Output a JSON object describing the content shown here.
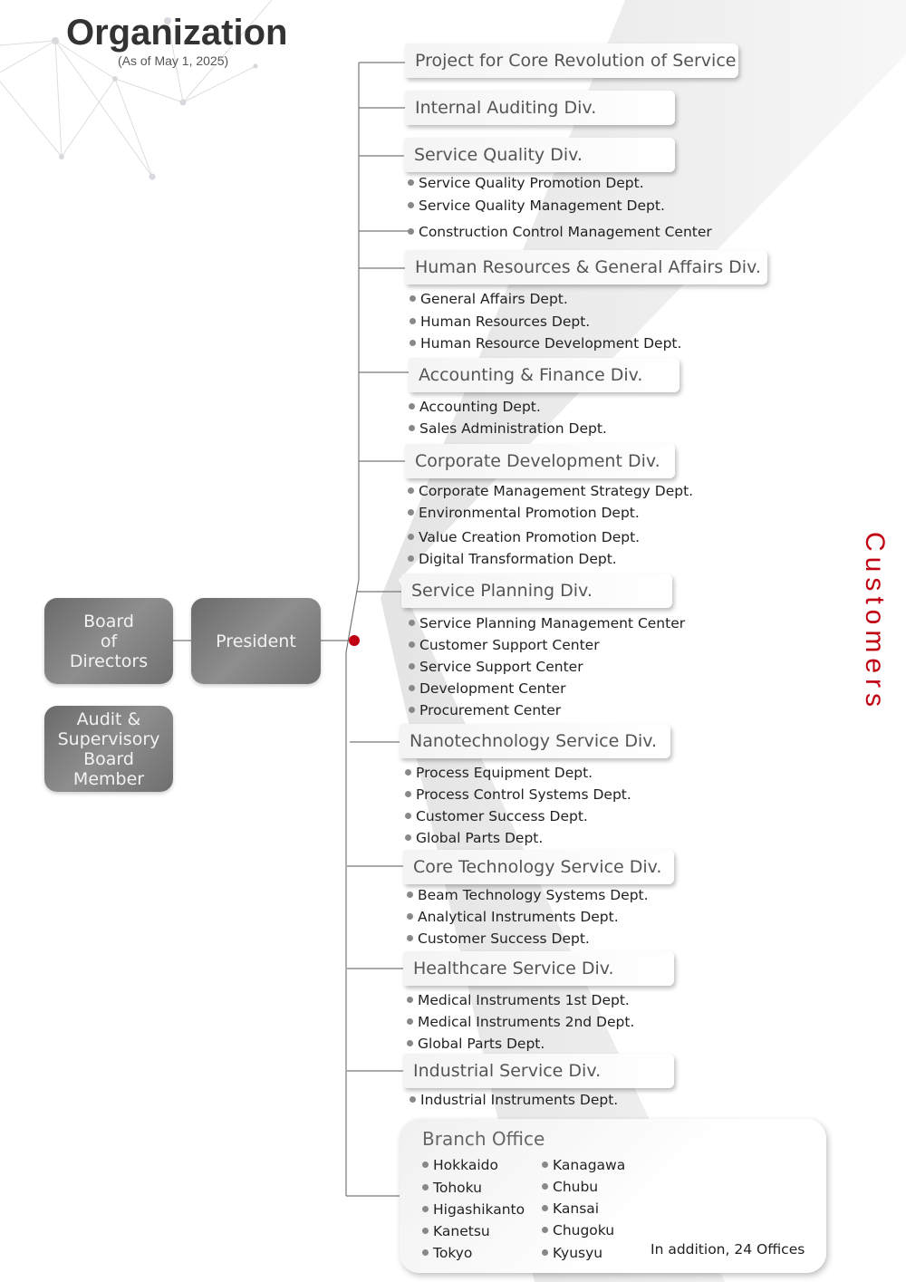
{
  "header": {
    "title": "Organization",
    "date": "(As of May 1, 2025)"
  },
  "executives": {
    "board": "Board of Directors",
    "board_lines": [
      "Board",
      "of",
      "Directors"
    ],
    "president": "President",
    "audit_lines": [
      "Audit &",
      "Supervisory",
      "Board",
      "Member"
    ]
  },
  "side_label": "Customers",
  "colors": {
    "accent": "#c00012",
    "box": "#7a7a7a"
  },
  "divisions": [
    {
      "name": "Project for Core Revolution of Service",
      "items": []
    },
    {
      "name": "Internal Auditing Div.",
      "items": []
    },
    {
      "name": "Service Quality Div.",
      "items": [
        "Service Quality Promotion Dept.",
        "Service Quality Management Dept."
      ]
    },
    {
      "name": "Construction Control Management Center"
    },
    {
      "name": "Human Resources & General Affairs Div.",
      "items": [
        "General Affairs Dept.",
        "Human Resources Dept.",
        "Human Resource Development Dept."
      ]
    },
    {
      "name": "Accounting & Finance Div.",
      "items": [
        "Accounting Dept.",
        "Sales Administration Dept."
      ]
    },
    {
      "name": "Corporate Development Div.",
      "items": [
        "Corporate Management Strategy Dept.",
        "Environmental Promotion Dept.",
        "Value Creation Promotion Dept.",
        "Digital Transformation Dept."
      ]
    },
    {
      "name": "Service Planning Div.",
      "items": [
        "Service Planning Management Center",
        "Customer Support Center",
        "Service Support Center",
        "Development Center",
        "Procurement Center"
      ]
    },
    {
      "name": "Nanotechnology Service Div.",
      "items": [
        "Process Equipment Dept.",
        "Process Control Systems Dept.",
        "Customer Success Dept.",
        "Global Parts Dept."
      ]
    },
    {
      "name": "Core Technology Service Div.",
      "items": [
        "Beam Technology Systems Dept.",
        "Analytical Instruments Dept.",
        "Customer Success Dept."
      ]
    },
    {
      "name": "Healthcare Service Div.",
      "items": [
        "Medical Instruments 1st Dept.",
        "Medical Instruments 2nd Dept.",
        "Global Parts Dept."
      ]
    },
    {
      "name": "Industrial Service Div.",
      "items": [
        "Industrial Instruments Dept."
      ]
    }
  ],
  "branch": {
    "title": "Branch Office",
    "col1": [
      "Hokkaido",
      "Tohoku",
      "Higashikanto",
      "Kanetsu",
      "Tokyo"
    ],
    "col2": [
      "Kanagawa",
      "Chubu",
      "Kansai",
      "Chugoku",
      "Kyusyu"
    ],
    "note": "In addition, 24 Offices"
  }
}
